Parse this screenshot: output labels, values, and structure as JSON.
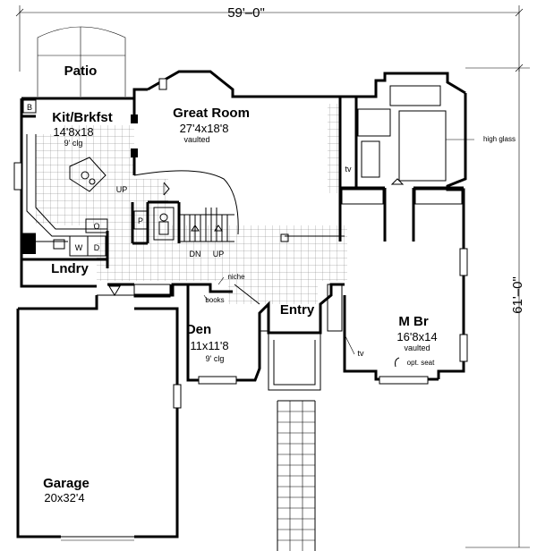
{
  "dimensions": {
    "width_label": "59'–0\"",
    "depth_label": "61'–0\""
  },
  "rooms": {
    "patio": {
      "name": "Patio"
    },
    "kitchen": {
      "name": "Kit/Brkfst",
      "size": "14'8x18",
      "note": "9' clg"
    },
    "great_room": {
      "name": "Great Room",
      "size": "27'4x18'8",
      "note": "vaulted"
    },
    "laundry": {
      "name": "Lndry"
    },
    "den": {
      "name": "Den",
      "size": "11x11'8",
      "note": "9' clg"
    },
    "entry": {
      "name": "Entry"
    },
    "master": {
      "name": "M Br",
      "size": "16'8x14",
      "note": "vaulted"
    },
    "garage": {
      "name": "Garage",
      "size": "20x32'4"
    }
  },
  "labels": {
    "b": "B",
    "o": "O",
    "w": "W",
    "d": "D",
    "p": "P",
    "up1": "UP",
    "up2": "UP",
    "dn": "DN",
    "tv1": "tv",
    "tv2": "tv",
    "niche": "niche",
    "books": "books",
    "high_glass": "high glass",
    "opt_seat": "opt. seat"
  }
}
